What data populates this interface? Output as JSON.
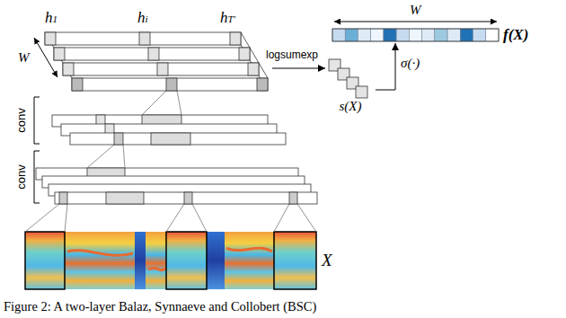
{
  "diagram": {
    "caption": "Figure 2: A two-layer Balaz, Synnaeve and Collobert (BSC)",
    "nodes": [
      {
        "text": [
          "h1",
          "hi",
          "hT′"
        ]
      },
      {
        "text": [
          "s(X)"
        ]
      },
      {
        "text": [
          "f(X)"
        ]
      }
    ],
    "edges": [
      {
        "from": 0,
        "to": 1,
        "arrow": "to",
        "label": "logsumexp"
      },
      {
        "from": 1,
        "to": 2,
        "arrow": "to",
        "label": "σ(·)"
      }
    ],
    "labels": [
      "W",
      "W",
      "conv",
      "conv",
      "X"
    ]
  }
}
